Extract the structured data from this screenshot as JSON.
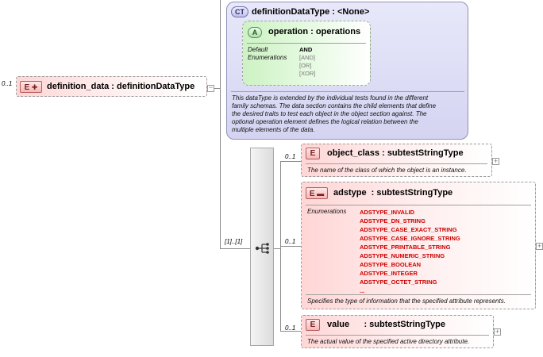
{
  "root": {
    "occurrence": "0..1",
    "badge": "E",
    "title": "definition_data : definitionDataType"
  },
  "complex_type": {
    "badge": "CT",
    "title": "definitionDataType : <None>",
    "attribute": {
      "badge": "A",
      "title": "operation : operations",
      "default_label": "Default",
      "enumerations_label": "Enumerations",
      "default_value": "AND",
      "enumerations": [
        "[AND]",
        "[OR]",
        "[XOR]"
      ]
    },
    "documentation": [
      "This dataType is extended by the individual tests found in the different",
      "family schemas.  The data section contains the child elements that define",
      "the desired traits to test each object in the object section against.  The",
      "optional operation element defines the logical relation between the",
      "multiple elements of the data."
    ]
  },
  "sequence": {
    "occurrence": "[1]..[1]"
  },
  "children": [
    {
      "occurrence": "0..1",
      "badge": "E",
      "title": "object_class : subtestStringType",
      "documentation": "The name of the class of which the object is an instance."
    },
    {
      "occurrence": "0..1",
      "badge": "E",
      "title": "adstype  : subtestStringType",
      "enumerations_label": "Enumerations",
      "enumerations": [
        "ADSTYPE_INVALID",
        "ADSTYPE_DN_STRING",
        "ADSTYPE_CASE_EXACT_STRING",
        "ADSTYPE_CASE_IGNORE_STRING",
        "ADSTYPE_PRINTABLE_STRING",
        "ADSTYPE_NUMERIC_STRING",
        "ADSTYPE_BOOLEAN",
        "ADSTYPE_INTEGER",
        "ADSTYPE_OCTET_STRING",
        "..."
      ],
      "documentation": "Specifies the type of information that the specified attribute represents."
    },
    {
      "occurrence": "0..1",
      "badge": "E",
      "title": "value      : subtestStringType",
      "documentation": "The actual value of the specified active directory attribute."
    }
  ],
  "icons": {
    "expand": "+",
    "collapse": "−"
  },
  "colors": {
    "element_fill": "#ffd6d6",
    "complex_type_fill": "#d8d8f4",
    "attribute_fill": "#d4f4cc",
    "enumeration_text": "#cc0000"
  }
}
